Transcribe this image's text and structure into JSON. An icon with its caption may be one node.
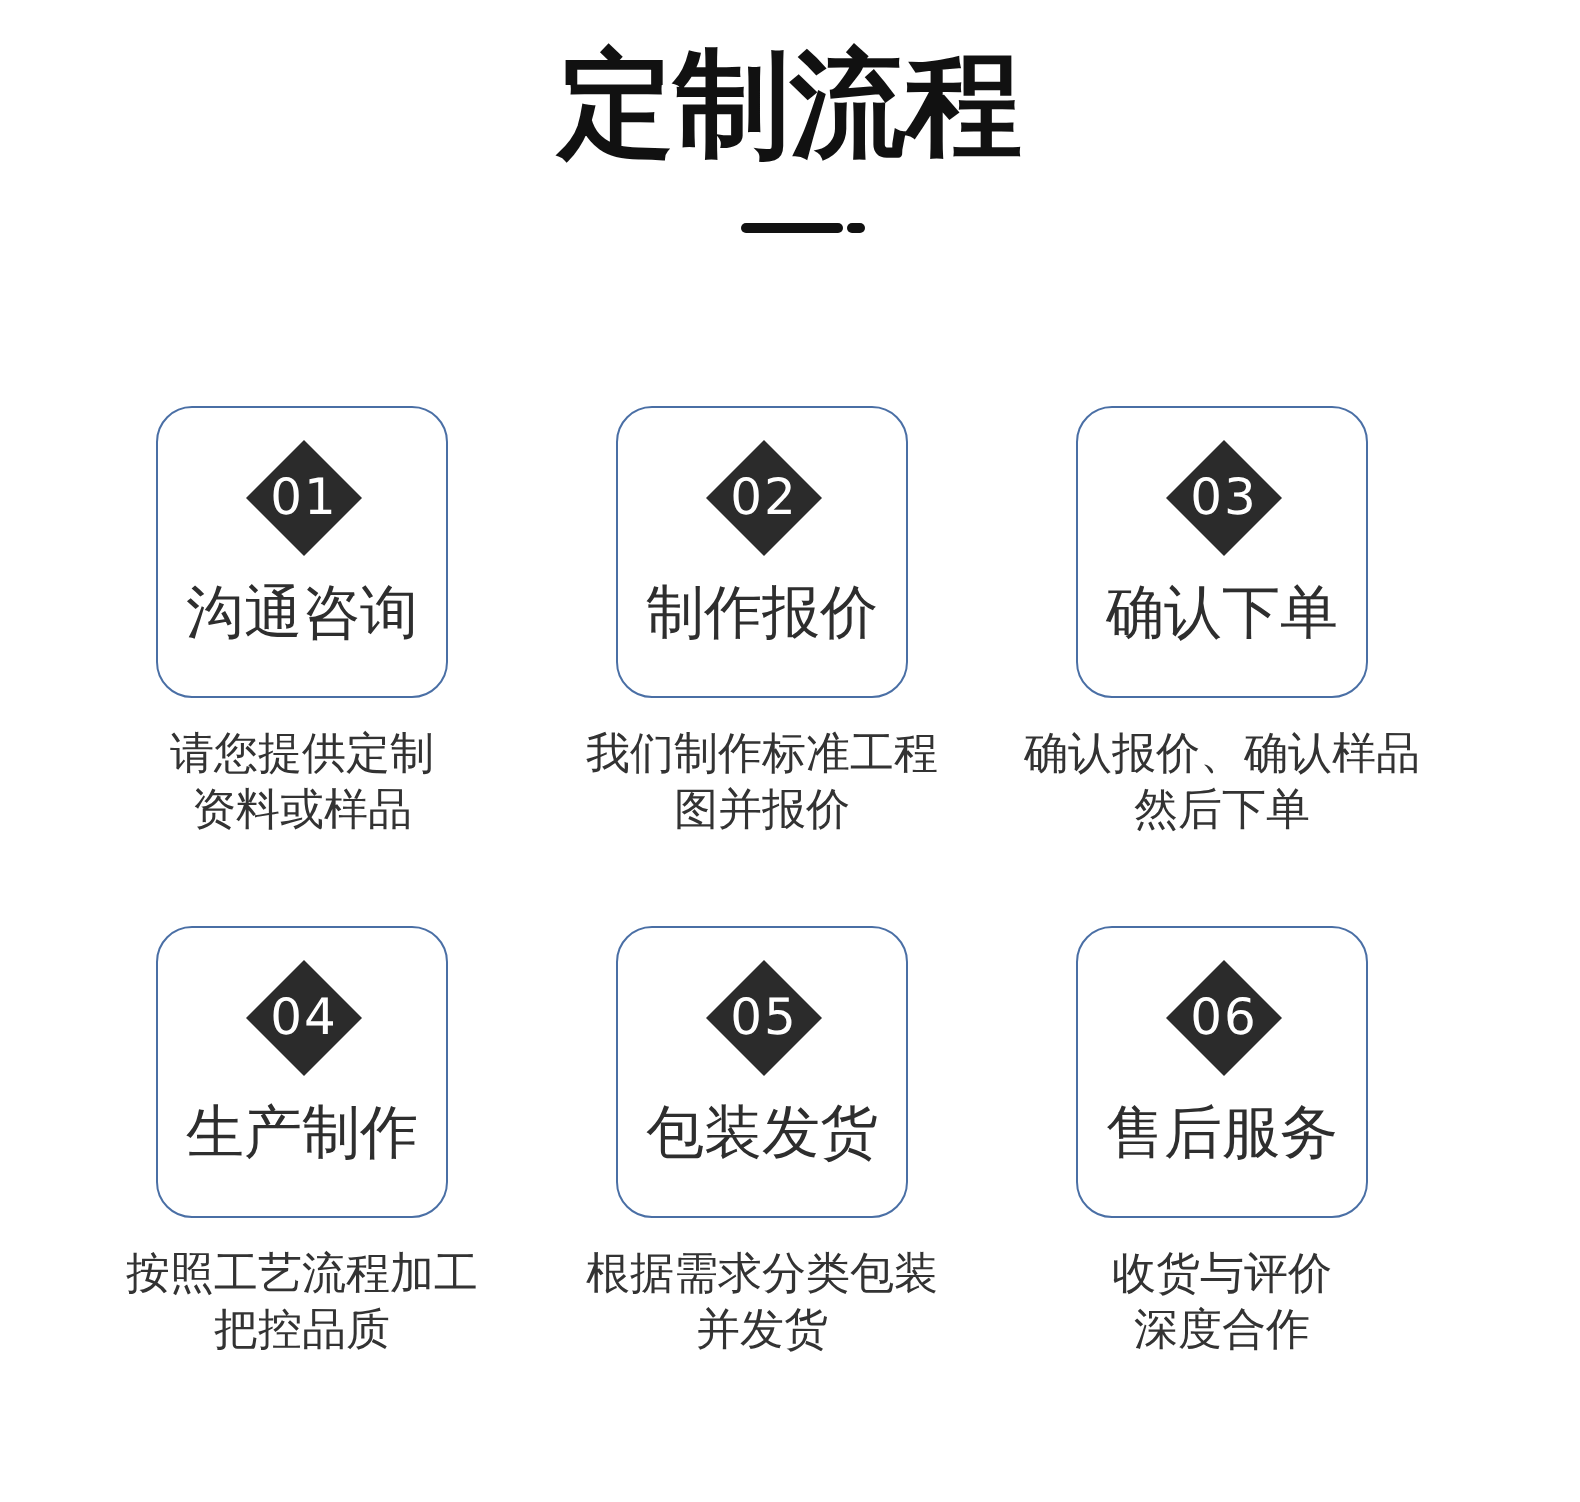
{
  "diagram": {
    "title": "定制流程",
    "nodes": [
      {
        "text": [
          "沟通咨询"
        ],
        "beside": [
          "请您提供定制资料或样品"
        ]
      },
      {
        "text": [
          "01"
        ],
        "in": 0
      },
      {
        "text": [
          "制作报价"
        ],
        "beside": [
          "我们制作标准工程图并报价"
        ]
      },
      {
        "text": [
          "02"
        ],
        "in": 2
      },
      {
        "text": [
          "确认下单"
        ],
        "beside": [
          "确认报价、确认样品然后下单"
        ]
      },
      {
        "text": [
          "03"
        ],
        "in": 4
      },
      {
        "text": [
          "生产制作"
        ],
        "beside": [
          "按照工艺流程加工把控品质"
        ]
      },
      {
        "text": [
          "04"
        ],
        "in": 6
      },
      {
        "text": [
          "包装发货"
        ],
        "beside": [
          "根据需求分类包装并发货"
        ]
      },
      {
        "text": [
          "05"
        ],
        "in": 8
      },
      {
        "text": [
          "售后服务"
        ],
        "beside": [
          "收货与评价深度合作"
        ]
      },
      {
        "text": [
          "06"
        ],
        "in": 10
      }
    ]
  }
}
